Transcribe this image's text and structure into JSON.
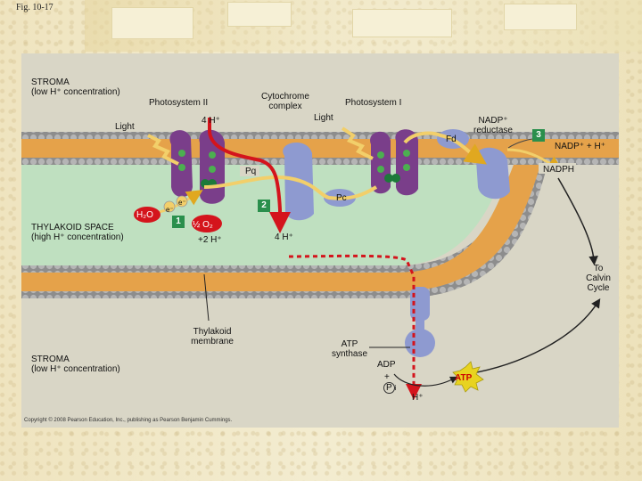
{
  "fig_label": "Fig. 10-17",
  "labels": {
    "stroma_top_1": "STROMA",
    "stroma_top_2": "(low H⁺ concentration)",
    "photosystem_ii": "Photosystem II",
    "cytochrome_1": "Cytochrome",
    "cytochrome_2": "complex",
    "photosystem_i": "Photosystem I",
    "light_left": "Light",
    "light_right": "Light",
    "four_h_top": "4 H⁺",
    "nadp_reductase_1": "NADP⁺",
    "nadp_reductase_2": "reductase",
    "fd": "Fd",
    "nadp_plus_h": "NADP⁺ + H⁺",
    "nadph": "NADPH",
    "pq": "Pq",
    "pc": "Pc",
    "e1": "e⁻",
    "e2": "e⁻",
    "h2o": "H₂O",
    "half_o2": "½ O₂",
    "two_h": "+2 H⁺",
    "four_h_lumen": "4 H⁺",
    "thylakoid_space_1": "THYLAKOID SPACE",
    "thylakoid_space_2": "(high H⁺ concentration)",
    "to_calvin_1": "To",
    "to_calvin_2": "Calvin",
    "to_calvin_3": "Cycle",
    "thylakoid_membrane_1": "Thylakoid",
    "thylakoid_membrane_2": "membrane",
    "atp_synthase_1": "ATP",
    "atp_synthase_2": "synthase",
    "stroma_bottom_1": "STROMA",
    "stroma_bottom_2": "(low H⁺ concentration)",
    "adp": "ADP",
    "plus": "+",
    "pi": "P",
    "pi_sub": "i",
    "atp": "ATP",
    "h_bottom": "H⁺",
    "step1": "1",
    "step2": "2",
    "step3": "3"
  },
  "copyright": "Copyright © 2008 Pearson Education, Inc., publishing as Pearson Benjamin Cummings.",
  "colors": {
    "panel": "#d9d6c6",
    "membrane_core": "#e5a24a",
    "head_gray": "#9e9e9e",
    "lumen": "#bfe0c0",
    "protein_purple": "#7a3e8a",
    "protein_blue": "#8e9ad0",
    "electron_flow": "#f2cf6a",
    "proton_flow": "#d4141c",
    "step_badge": "#2a8f4c",
    "atp_star": "#e8d320"
  }
}
